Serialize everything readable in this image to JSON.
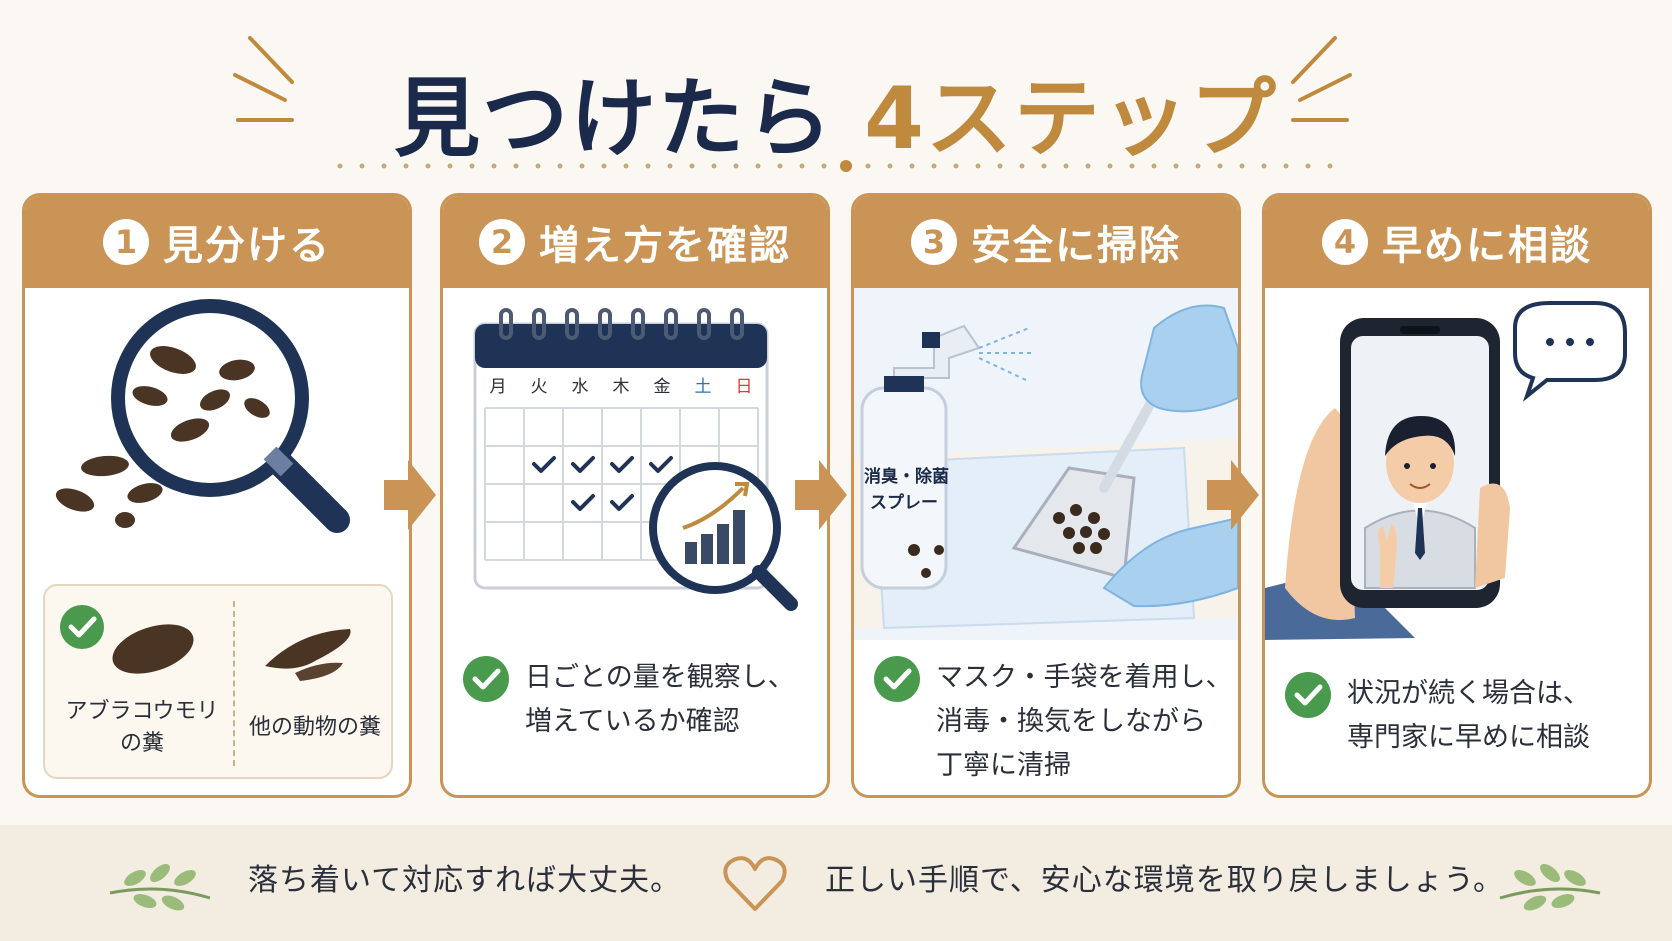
{
  "title": {
    "main": "見つけたら",
    "accent": "4ステップ"
  },
  "colors": {
    "navy": "#1b2a4a",
    "gold": "#c08a3e",
    "card_border": "#c99455",
    "check_green": "#4a9a4e",
    "background": "#fbf8f3"
  },
  "steps": [
    {
      "number": "1",
      "label": "見分ける",
      "icon": "magnifier-droppings-icon",
      "compare": {
        "left_label": [
          "アブラコウモリ",
          "の糞"
        ],
        "right_label": "他の動物の糞"
      }
    },
    {
      "number": "2",
      "label": "増え方を確認",
      "icon": "calendar-growth-icon",
      "weekdays": [
        "月",
        "火",
        "水",
        "木",
        "金",
        "土",
        "日"
      ],
      "description": [
        "日ごとの量を観察し、",
        "増えているか確認"
      ]
    },
    {
      "number": "3",
      "label": "安全に掃除",
      "icon": "spray-gloves-icon",
      "spray_label": [
        "消臭・除菌",
        "スプレー"
      ],
      "description": [
        "マスク・手袋を着用し、",
        "消毒・換気をしながら",
        "丁寧に清掃"
      ]
    },
    {
      "number": "4",
      "label": "早めに相談",
      "icon": "phone-consultant-icon",
      "description": [
        "状況が続く場合は、",
        "専門家に早めに相談"
      ]
    }
  ],
  "footer": {
    "left": "落ち着いて対応すれば大丈夫。",
    "right": "正しい手順で、安心な環境を取り戻しましょう。"
  }
}
